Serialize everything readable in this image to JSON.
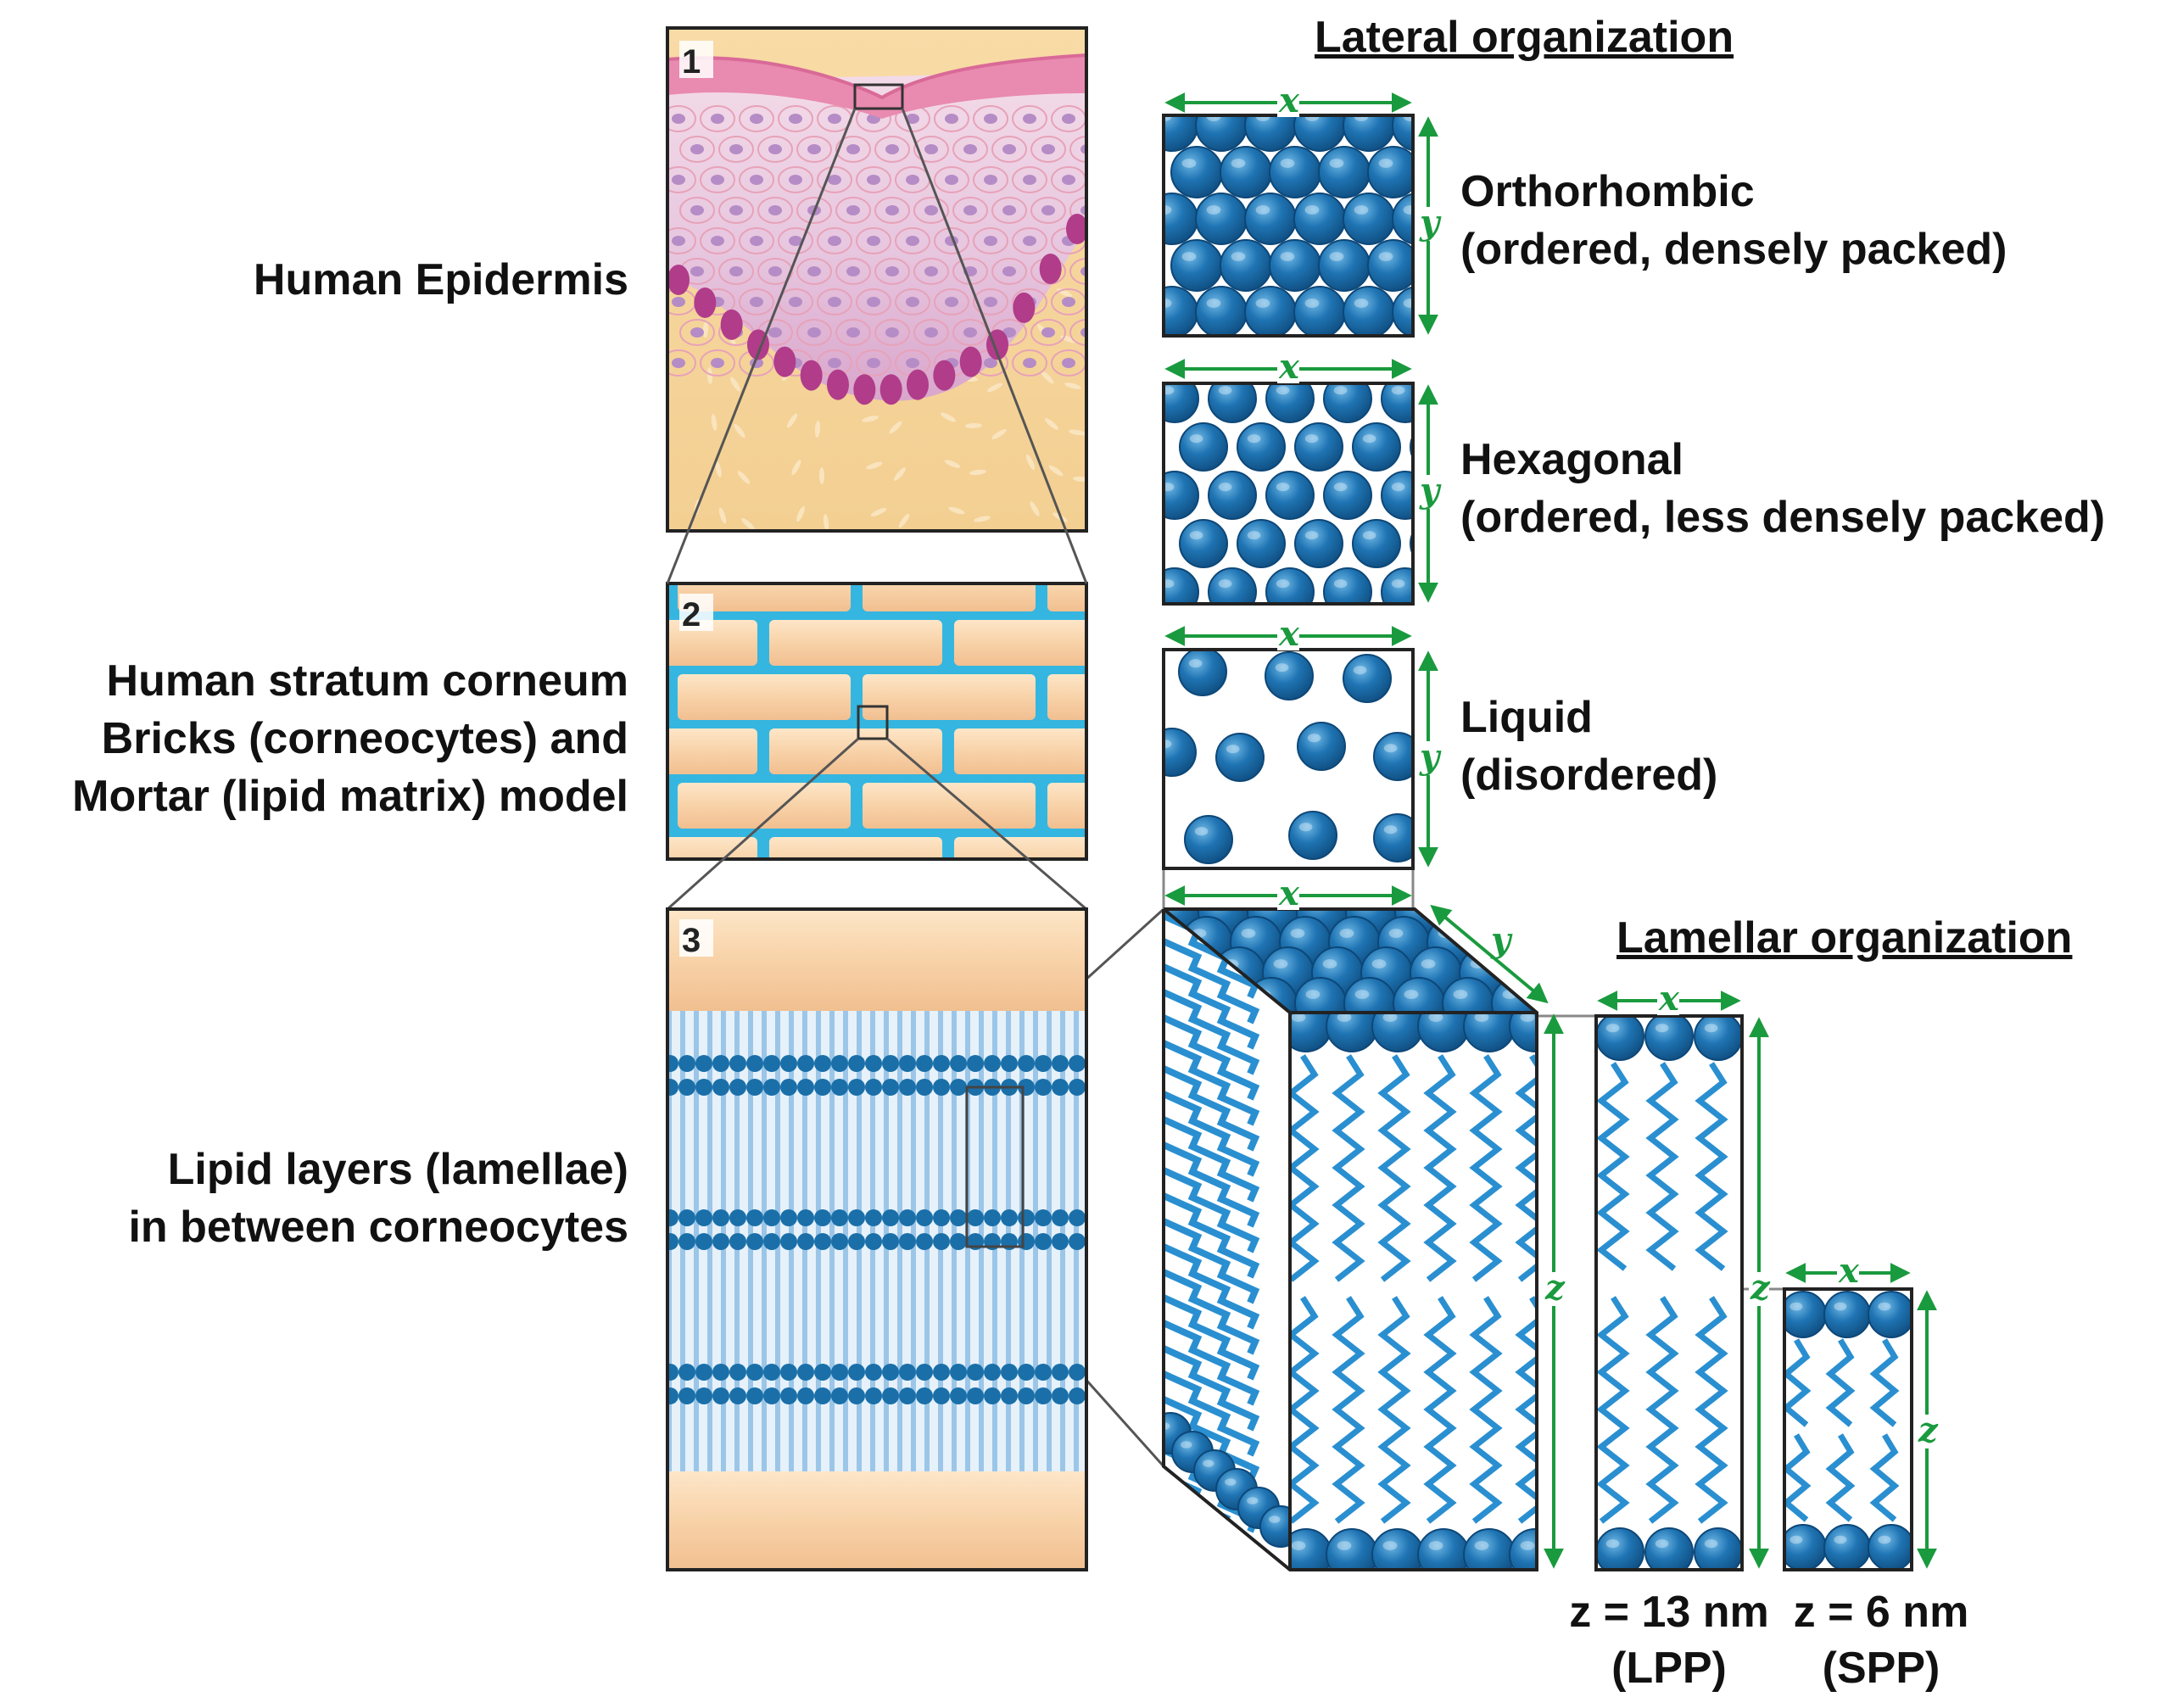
{
  "panels": {
    "p1": {
      "number": "1",
      "label_lines": [
        "Human Epidermis"
      ]
    },
    "p2": {
      "number": "2",
      "label_lines": [
        "Human stratum corneum",
        "Bricks (corneocytes) and",
        "Mortar (lipid matrix) model"
      ]
    },
    "p3": {
      "number": "3",
      "label_lines": [
        "Lipid layers (lamellae)",
        "in between corneocytes"
      ]
    }
  },
  "lateral": {
    "heading": "Lateral organization",
    "items": [
      {
        "name": "Orthorhombic",
        "desc": "(ordered, densely packed)"
      },
      {
        "name": "Hexagonal",
        "desc": "(ordered, less densely packed)"
      },
      {
        "name": "Liquid",
        "desc": "(disordered)"
      }
    ]
  },
  "lamellar": {
    "heading": "Lamellar organization",
    "lpp": {
      "value": "z = 13 nm",
      "name": "(LPP)"
    },
    "spp": {
      "value": "z = 6 nm",
      "name": "(SPP)"
    }
  },
  "axes": {
    "x": "x",
    "y": "y",
    "z": "z"
  },
  "colors": {
    "lipid_blue": "#1a6fa8",
    "mortar_cyan": "#35b6e0",
    "brick_peach": "#f8d2a8",
    "arrow_green": "#1a9a3e",
    "skin_pink": "#e98ab0",
    "cell_violet": "#b58cc6",
    "dermis_tan": "#f6d8a0"
  }
}
